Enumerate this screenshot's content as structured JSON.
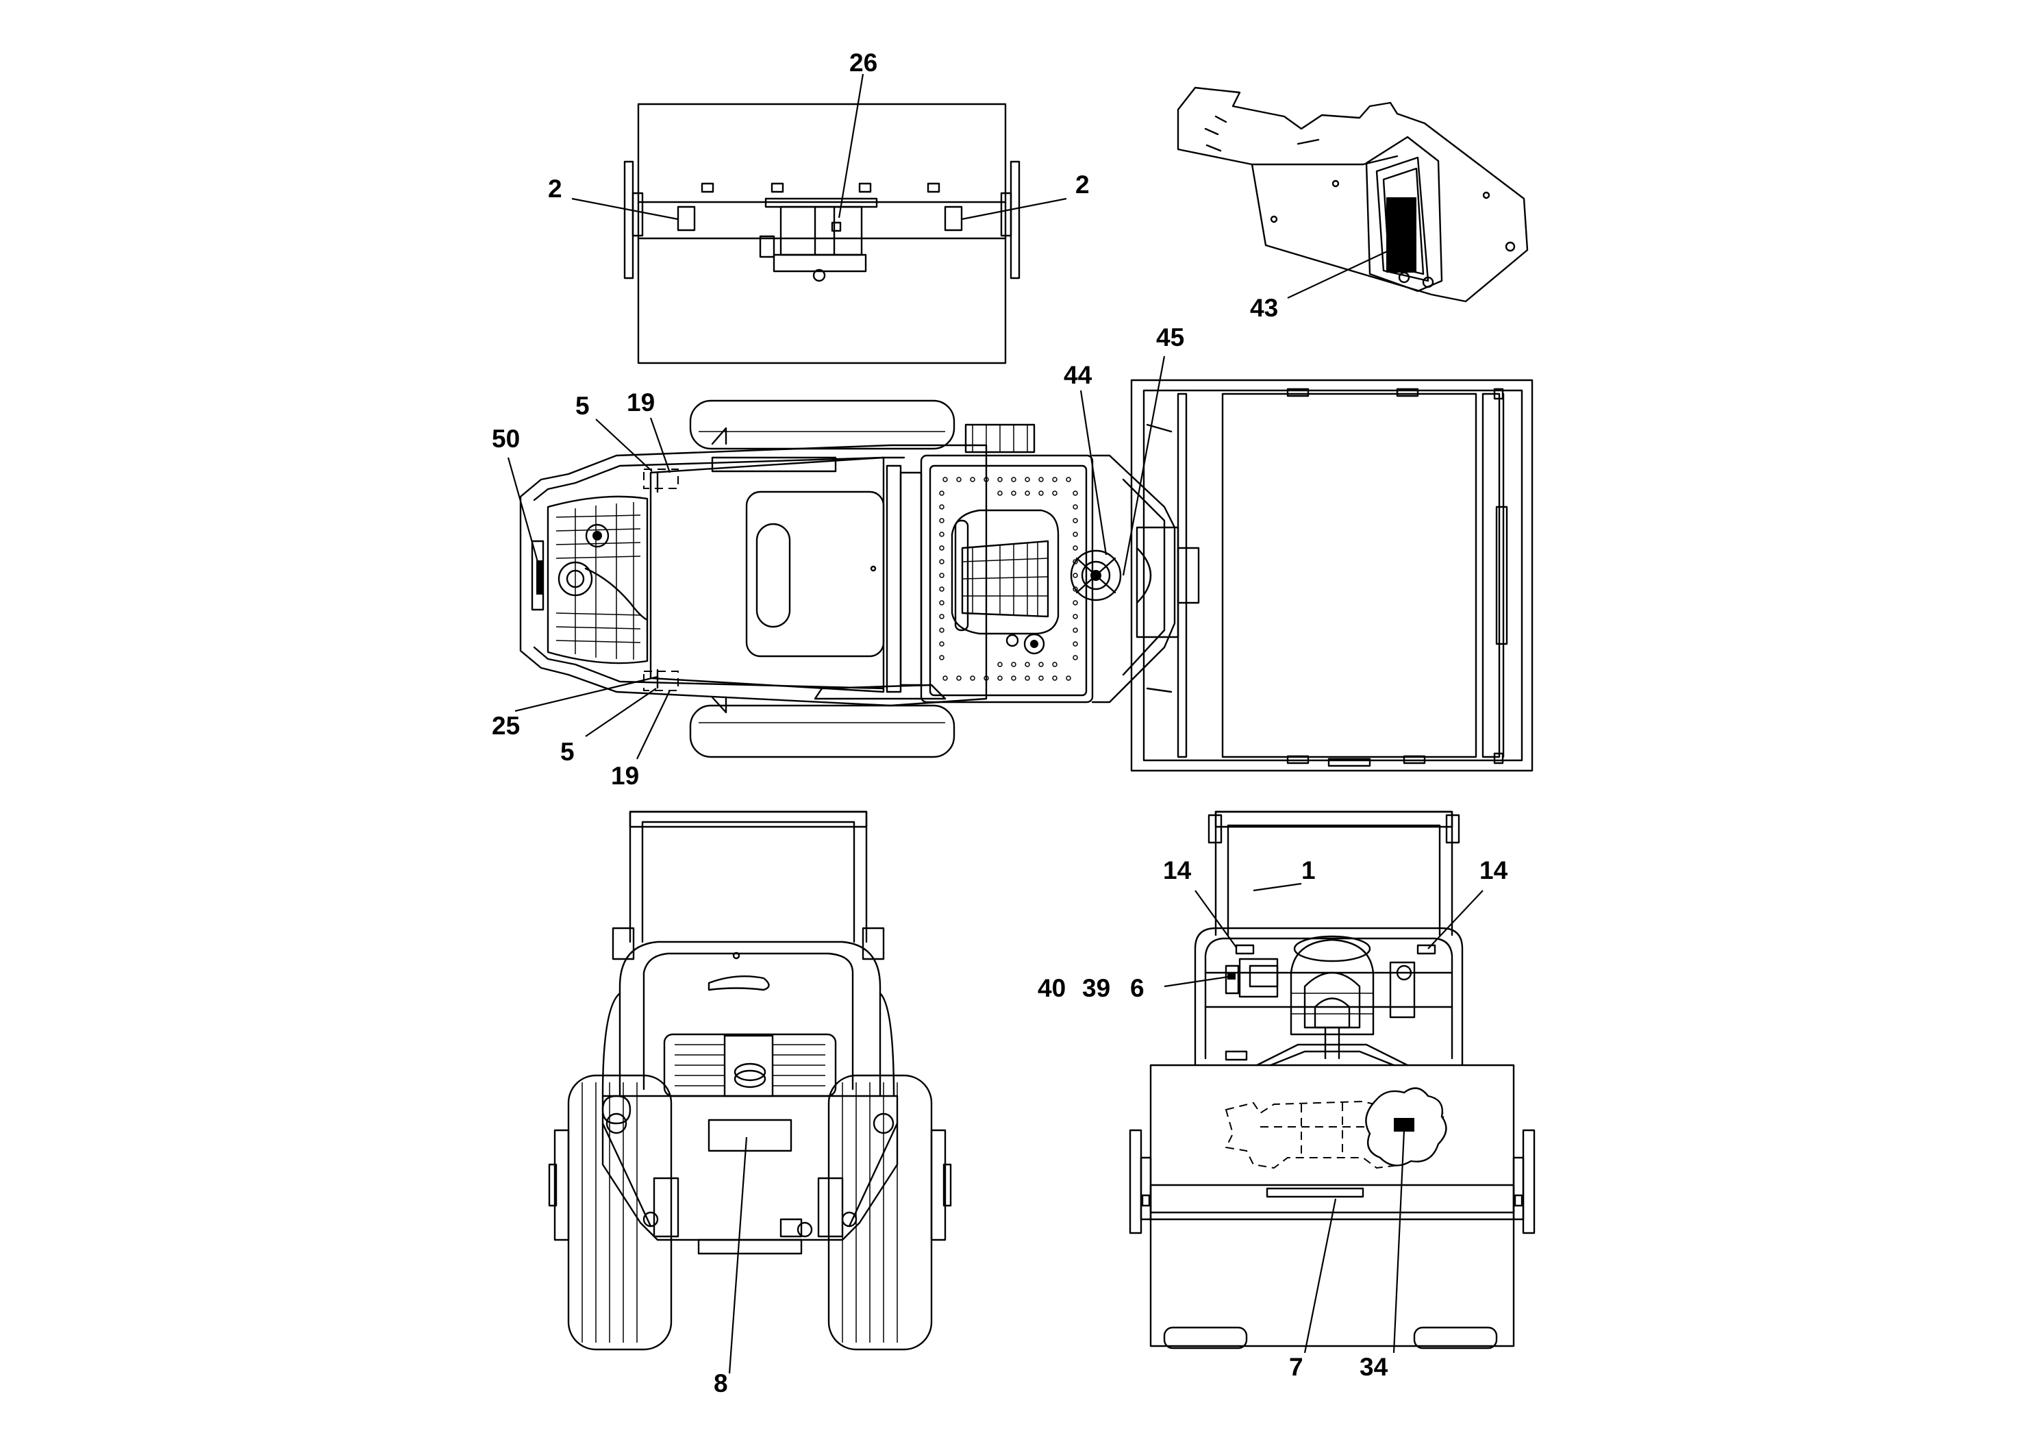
{
  "diagram": {
    "callouts": {
      "c26": "26",
      "c2_left": "2",
      "c2_right": "2",
      "c43": "43",
      "c44": "44",
      "c45": "45",
      "c5_top": "5",
      "c19_top": "19",
      "c50": "50",
      "c25": "25",
      "c5_bottom": "5",
      "c19_bottom": "19",
      "c14_left": "14",
      "c1": "1",
      "c14_right": "14",
      "c40": "40",
      "c39": "39",
      "c6": "6",
      "c8": "8",
      "c7": "7",
      "c34": "34"
    }
  }
}
